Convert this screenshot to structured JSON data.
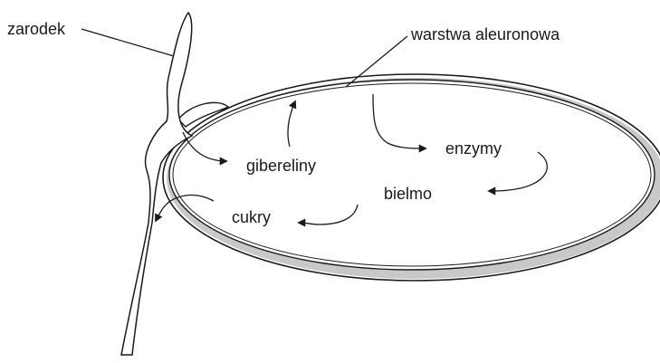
{
  "labels": {
    "zarodek": "zarodek",
    "warstwa_aleuronowa": "warstwa aleuronowa",
    "gibereliny": "gibereliny",
    "enzymy": "enzymy",
    "bielmo": "bielmo",
    "cukry": "cukry"
  },
  "colors": {
    "stroke": "#1a1a1a",
    "aleurone_layer": "#c8c8c8",
    "background": "#ffffff"
  }
}
